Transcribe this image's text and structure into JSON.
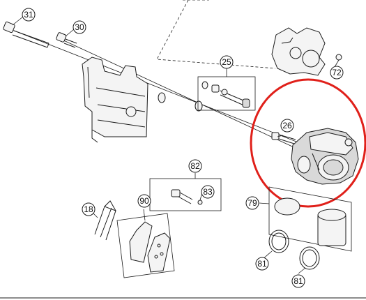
{
  "callouts": [
    {
      "id": "31",
      "label": "31"
    },
    {
      "id": "30",
      "label": "30"
    },
    {
      "id": "25",
      "label": "25"
    },
    {
      "id": "72",
      "label": "72"
    },
    {
      "id": "26",
      "label": "26"
    },
    {
      "id": "82",
      "label": "82"
    },
    {
      "id": "83",
      "label": "83"
    },
    {
      "id": "79",
      "label": "79"
    },
    {
      "id": "18",
      "label": "18"
    },
    {
      "id": "90",
      "label": "90"
    },
    {
      "id": "81a",
      "label": "81"
    },
    {
      "id": "81b",
      "label": "81"
    }
  ],
  "highlight": {
    "color": "#e0201a"
  }
}
